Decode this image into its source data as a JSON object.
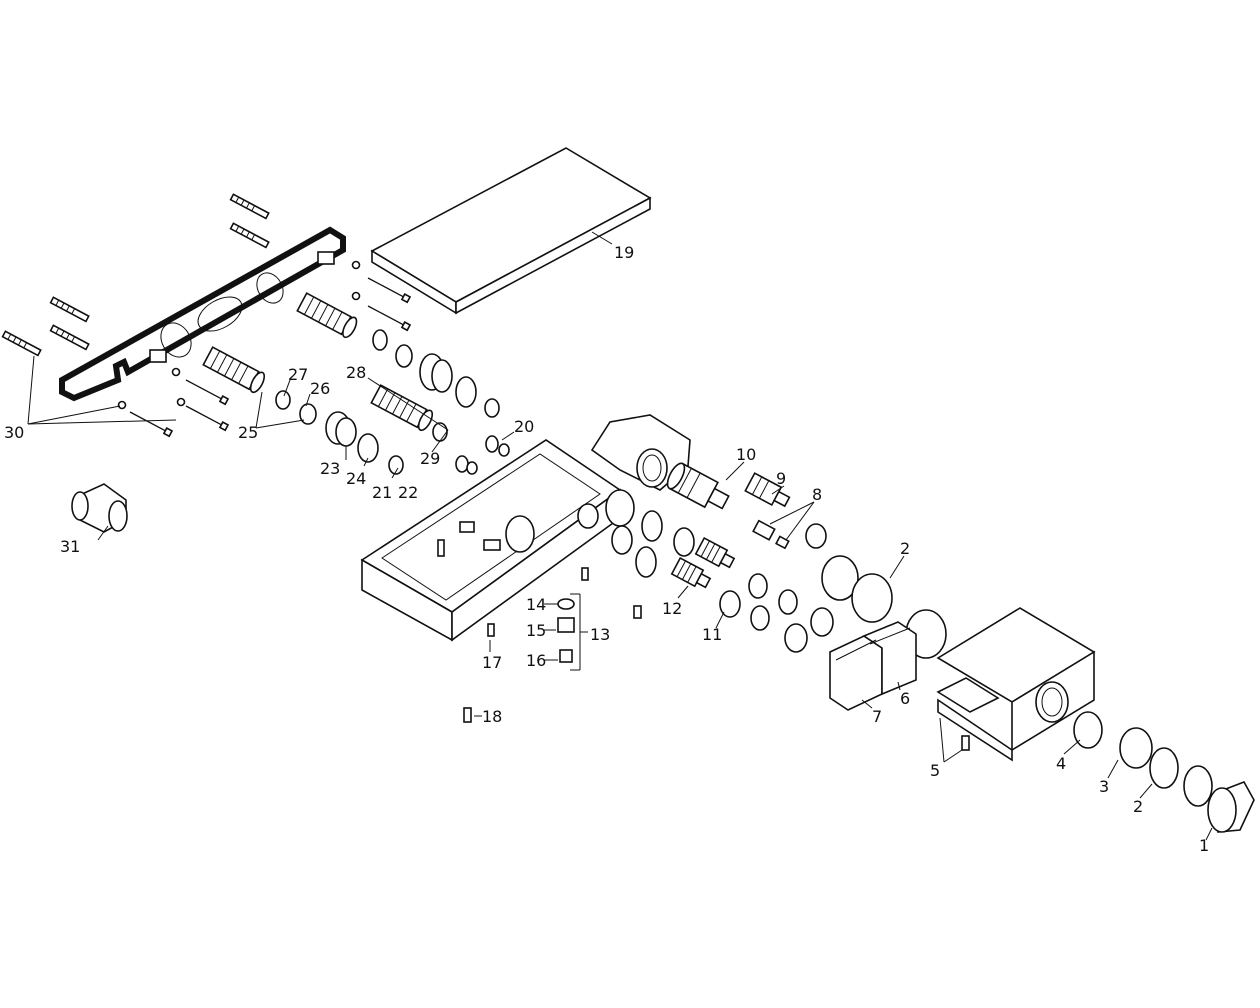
{
  "diagram": {
    "parts": [
      {
        "label": "1"
      },
      {
        "label": "2"
      },
      {
        "label": "2"
      },
      {
        "label": "3"
      },
      {
        "label": "4"
      },
      {
        "label": "5"
      },
      {
        "label": "6"
      },
      {
        "label": "7"
      },
      {
        "label": "8"
      },
      {
        "label": "9"
      },
      {
        "label": "10"
      },
      {
        "label": "11"
      },
      {
        "label": "12"
      },
      {
        "label": "13"
      },
      {
        "label": "14"
      },
      {
        "label": "15"
      },
      {
        "label": "16"
      },
      {
        "label": "17"
      },
      {
        "label": "18"
      },
      {
        "label": "19"
      },
      {
        "label": "20"
      },
      {
        "label": "21"
      },
      {
        "label": "22"
      },
      {
        "label": "23"
      },
      {
        "label": "24"
      },
      {
        "label": "25"
      },
      {
        "label": "26"
      },
      {
        "label": "27"
      },
      {
        "label": "28"
      },
      {
        "label": "29"
      },
      {
        "label": "30"
      },
      {
        "label": "31"
      }
    ]
  }
}
